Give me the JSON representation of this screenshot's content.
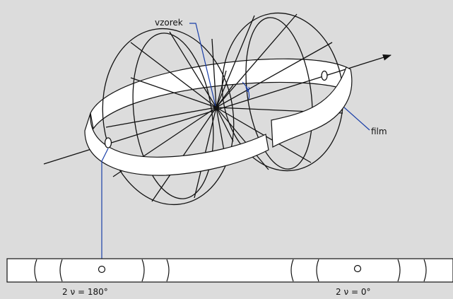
{
  "labels": {
    "sample": "vzorek",
    "angle": "ν",
    "film": "film",
    "angle_left": "2 ν = 180°",
    "angle_right": "2 ν = 0°"
  },
  "colors": {
    "background": "#dcdcdc",
    "stroke": "#111111",
    "leader": "#1a3fa8",
    "film_fill": "#ffffff"
  }
}
